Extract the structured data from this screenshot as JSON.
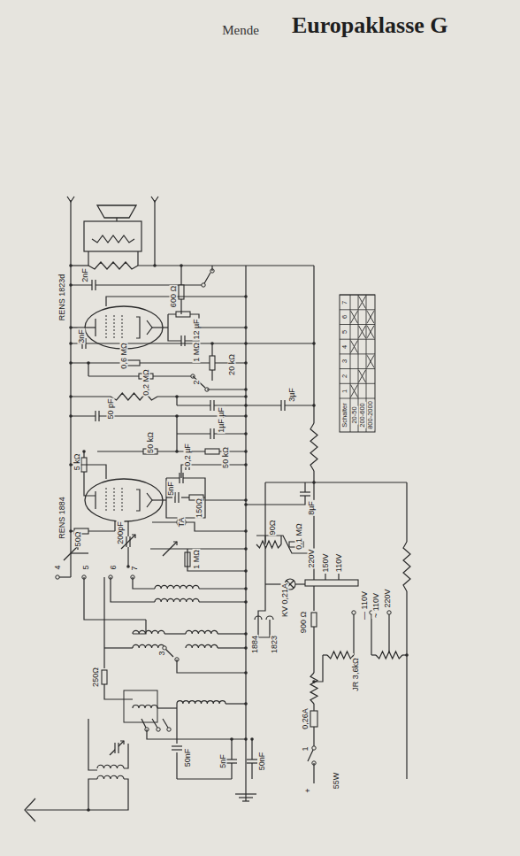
{
  "diagram": {
    "title": "Europaklasse G",
    "labels": [
      "Mende",
      "RENS 1823d",
      "2nF",
      "600 Ω",
      "12 µF",
      "1 MΩ",
      "3nF",
      "0,6 MΩ",
      "0,2 MΩ",
      "2",
      "20 kΩ",
      "1µF",
      "3µF",
      "50 pF",
      "50 kΩ",
      "1µF",
      "5 kΩ",
      "0,2 µF",
      "50 kΩ",
      "5nF",
      "150Ω",
      "RENS 1884",
      "50Ω",
      "200pF",
      "8µF",
      "TA",
      "90Ω",
      "1 MΩ",
      "0,1 MΩ",
      "4",
      "5",
      "6",
      "7",
      "220V",
      "150V",
      "110V",
      "KV 0,21A",
      "900 Ω",
      "1884",
      "1823",
      "— 110V",
      "~ 110V",
      "220V",
      "3",
      "250Ω",
      "JR 3,6kΩ",
      "50nF",
      "0,26A",
      "1",
      "55W",
      "5nF",
      "50nF",
      "+",
      "Schalter",
      "1",
      "2",
      "3",
      "4",
      "5",
      "6",
      "7",
      "20-50",
      "200-600",
      "800-2000"
    ]
  }
}
